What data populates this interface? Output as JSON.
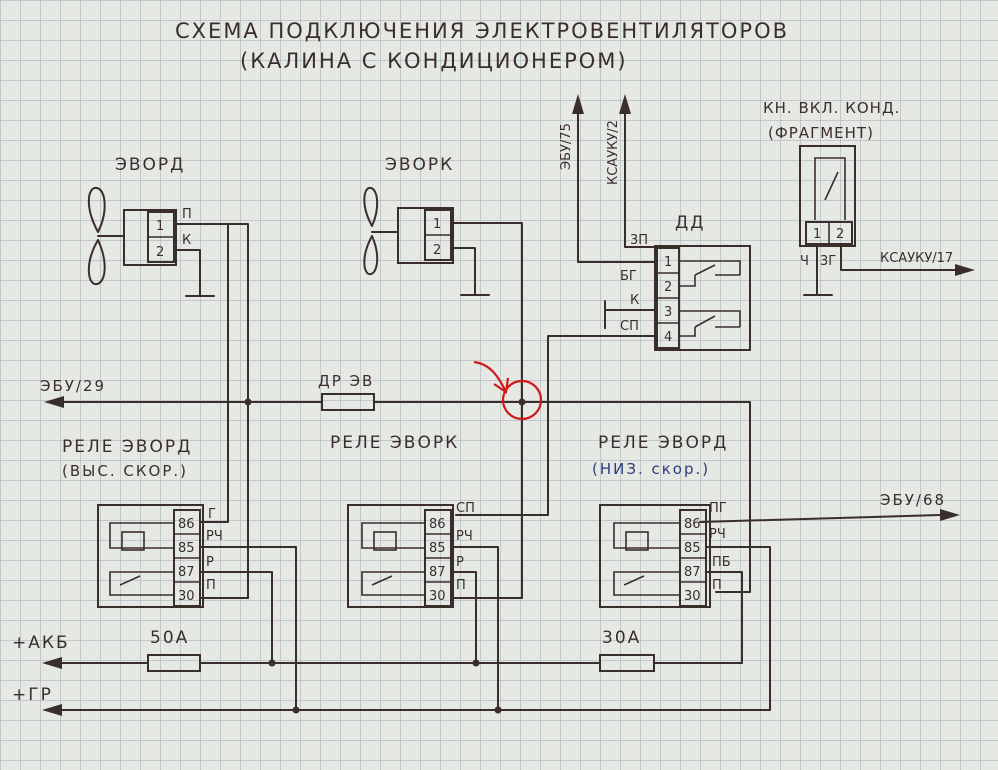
{
  "title": {
    "line1": "СХЕМА ПОДКЛЮЧЕНИЯ ЭЛЕКТРОВЕНТИЛЯТОРОВ",
    "line2": "(КАЛИНА С КОНДИЦИОНЕРОМ)"
  },
  "fans": {
    "left": {
      "label": "ЭВОРД",
      "pin1": "1",
      "pin2": "2",
      "term_p": "П",
      "term_k": "К"
    },
    "mid": {
      "label": "ЭВОРК",
      "pin1": "1",
      "pin2": "2"
    }
  },
  "connectors": {
    "ebu75": "ЭБУ/75",
    "ksauku2": "КСАУКУ/2",
    "ebu29": "ЭБУ/29",
    "ebu68": "ЭБУ/68",
    "ksauku17": "КСАУКУ/17"
  },
  "dd": {
    "label": "ДД",
    "pins": [
      "1",
      "2",
      "3",
      "4"
    ],
    "wires": [
      "3П",
      "БГ",
      "К",
      "СП"
    ]
  },
  "ac_button": {
    "line1": "КН. ВКЛ. КОНД.",
    "line2": "(ФРАГМЕНТ)",
    "pin1": "1",
    "pin2": "2",
    "wire1": "Ч",
    "wire2": "3Г"
  },
  "resistor_label": "ДР ЭВ",
  "relays": {
    "left": {
      "line1": "РЕЛЕ ЭВОРД",
      "line2": "(ВЫС. СКОР.)",
      "pins": [
        "86",
        "85",
        "87",
        "30"
      ],
      "wires": [
        "Г",
        "РЧ",
        "Р",
        "П"
      ]
    },
    "mid": {
      "line1": "РЕЛЕ ЭВОРК",
      "pins": [
        "86",
        "85",
        "87",
        "30"
      ],
      "wires": [
        "СП",
        "РЧ",
        "Р",
        "П"
      ]
    },
    "right": {
      "line1": "РЕЛЕ ЭВОРД",
      "line2": "(НИЗ. скор.)",
      "pins": [
        "86",
        "85",
        "87",
        "30"
      ],
      "wires": [
        "ПГ",
        "РЧ",
        "ПБ",
        "П"
      ]
    }
  },
  "fuses": {
    "left": "50А",
    "right": "30А"
  },
  "supply": {
    "akb": "+АКБ",
    "gr": "+ГР"
  },
  "colors": {
    "ink": "#3a2e2c",
    "highlight": "#d11919",
    "blue_ink": "#2a3d7a"
  }
}
